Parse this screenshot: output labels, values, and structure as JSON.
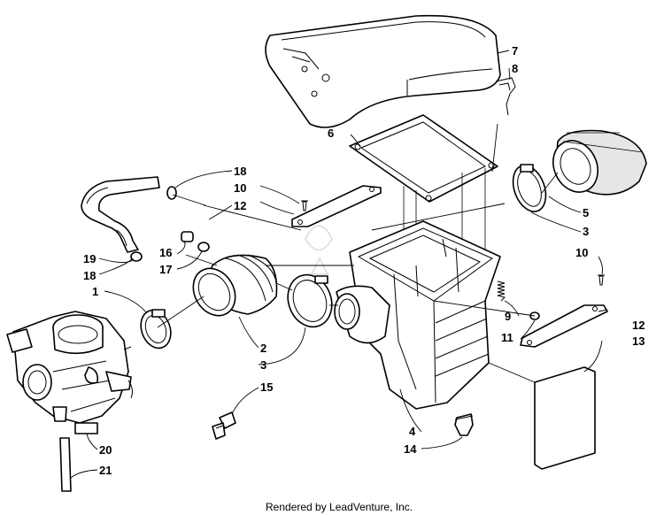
{
  "callouts": {
    "c1": "1",
    "c2": "2",
    "c3a": "3",
    "c3b": "3",
    "c4": "4",
    "c5": "5",
    "c6": "6",
    "c7": "7",
    "c8": "8",
    "c9": "9",
    "c10a": "10",
    "c10b": "10",
    "c11": "11",
    "c12a": "12",
    "c12b": "12",
    "c13": "13",
    "c14": "14",
    "c15": "15",
    "c16": "16",
    "c17": "17",
    "c18a": "18",
    "c18b": "18",
    "c19": "19",
    "c20": "20",
    "c21": "21"
  },
  "footer": "Rendered by LeadVenture, Inc."
}
